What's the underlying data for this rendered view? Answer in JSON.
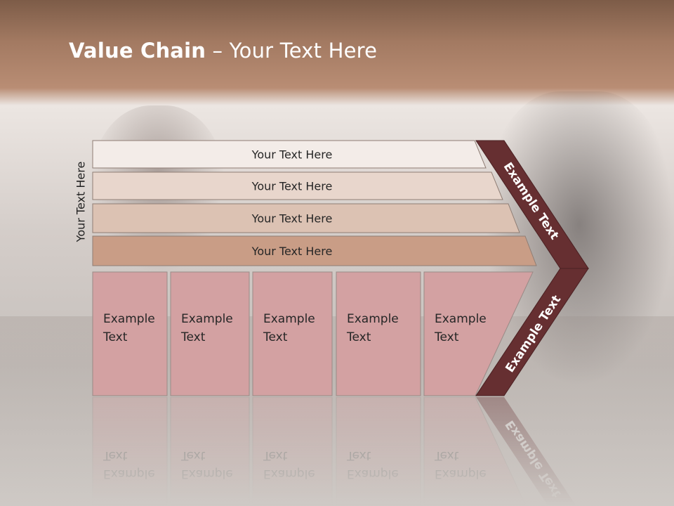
{
  "slide": {
    "title_bold": "Value Chain",
    "title_rest": " – Your Text Here",
    "side_label": "Your Text Here"
  },
  "bars": [
    {
      "label": "Your Text Here",
      "color": "#f3ece8"
    },
    {
      "label": "Your Text Here",
      "color": "#e8d6cc"
    },
    {
      "label": "Your Text Here",
      "color": "#dcc2b3"
    },
    {
      "label": "Your Text Here",
      "color": "#c99d86"
    }
  ],
  "boxes": [
    {
      "line1": "Example",
      "line2": "Text"
    },
    {
      "line1": "Example",
      "line2": "Text"
    },
    {
      "line1": "Example",
      "line2": "Text"
    },
    {
      "line1": "Example",
      "line2": "Text"
    },
    {
      "line1": "Example",
      "line2": "Text"
    }
  ],
  "chevron": {
    "upper_label": "Example Text",
    "lower_label": "Example Text",
    "color": "#662f31"
  },
  "colors": {
    "box_fill": "#d3a1a2",
    "box_stroke": "#9a8a86",
    "bar_stroke": "#8f7d74"
  }
}
